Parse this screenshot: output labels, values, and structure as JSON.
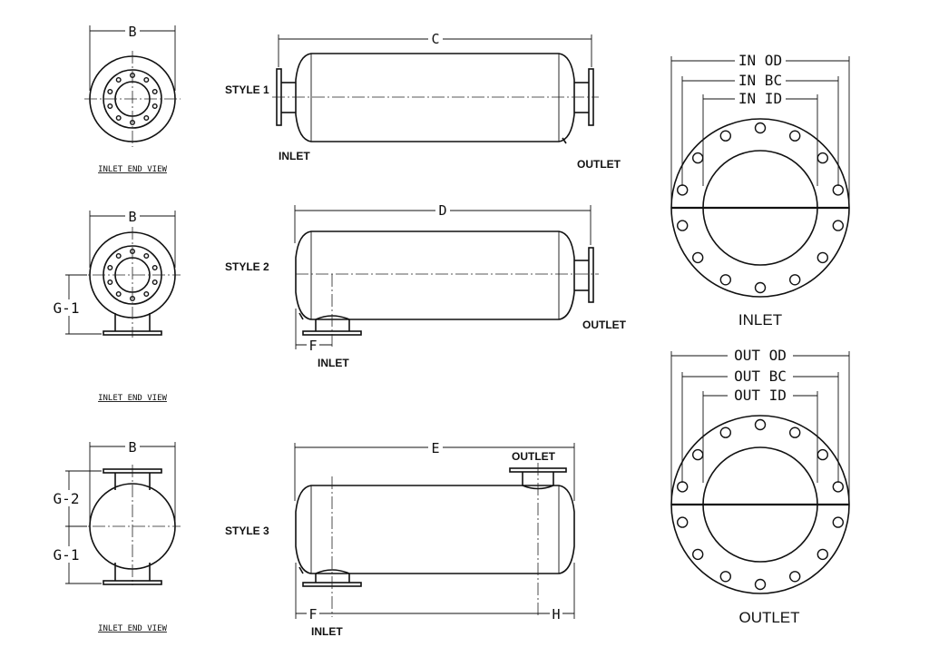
{
  "dimensions": {
    "b": "B",
    "c": "C",
    "d": "D",
    "e": "E",
    "f": "F",
    "h": "H",
    "g1": "G-1",
    "g2": "G-2"
  },
  "styles": {
    "style1": "STYLE 1",
    "style2": "STYLE 2",
    "style3": "STYLE 3"
  },
  "ports": {
    "inlet": "INLET",
    "outlet": "OUTLET"
  },
  "end_view_caption": "INLET END VIEW",
  "flanges": {
    "inlet": {
      "od": "IN OD",
      "bc": "IN BC",
      "id": "IN ID",
      "caption": "INLET"
    },
    "outlet": {
      "od": "OUT OD",
      "bc": "OUT BC",
      "id": "OUT ID",
      "caption": "OUTLET"
    }
  }
}
